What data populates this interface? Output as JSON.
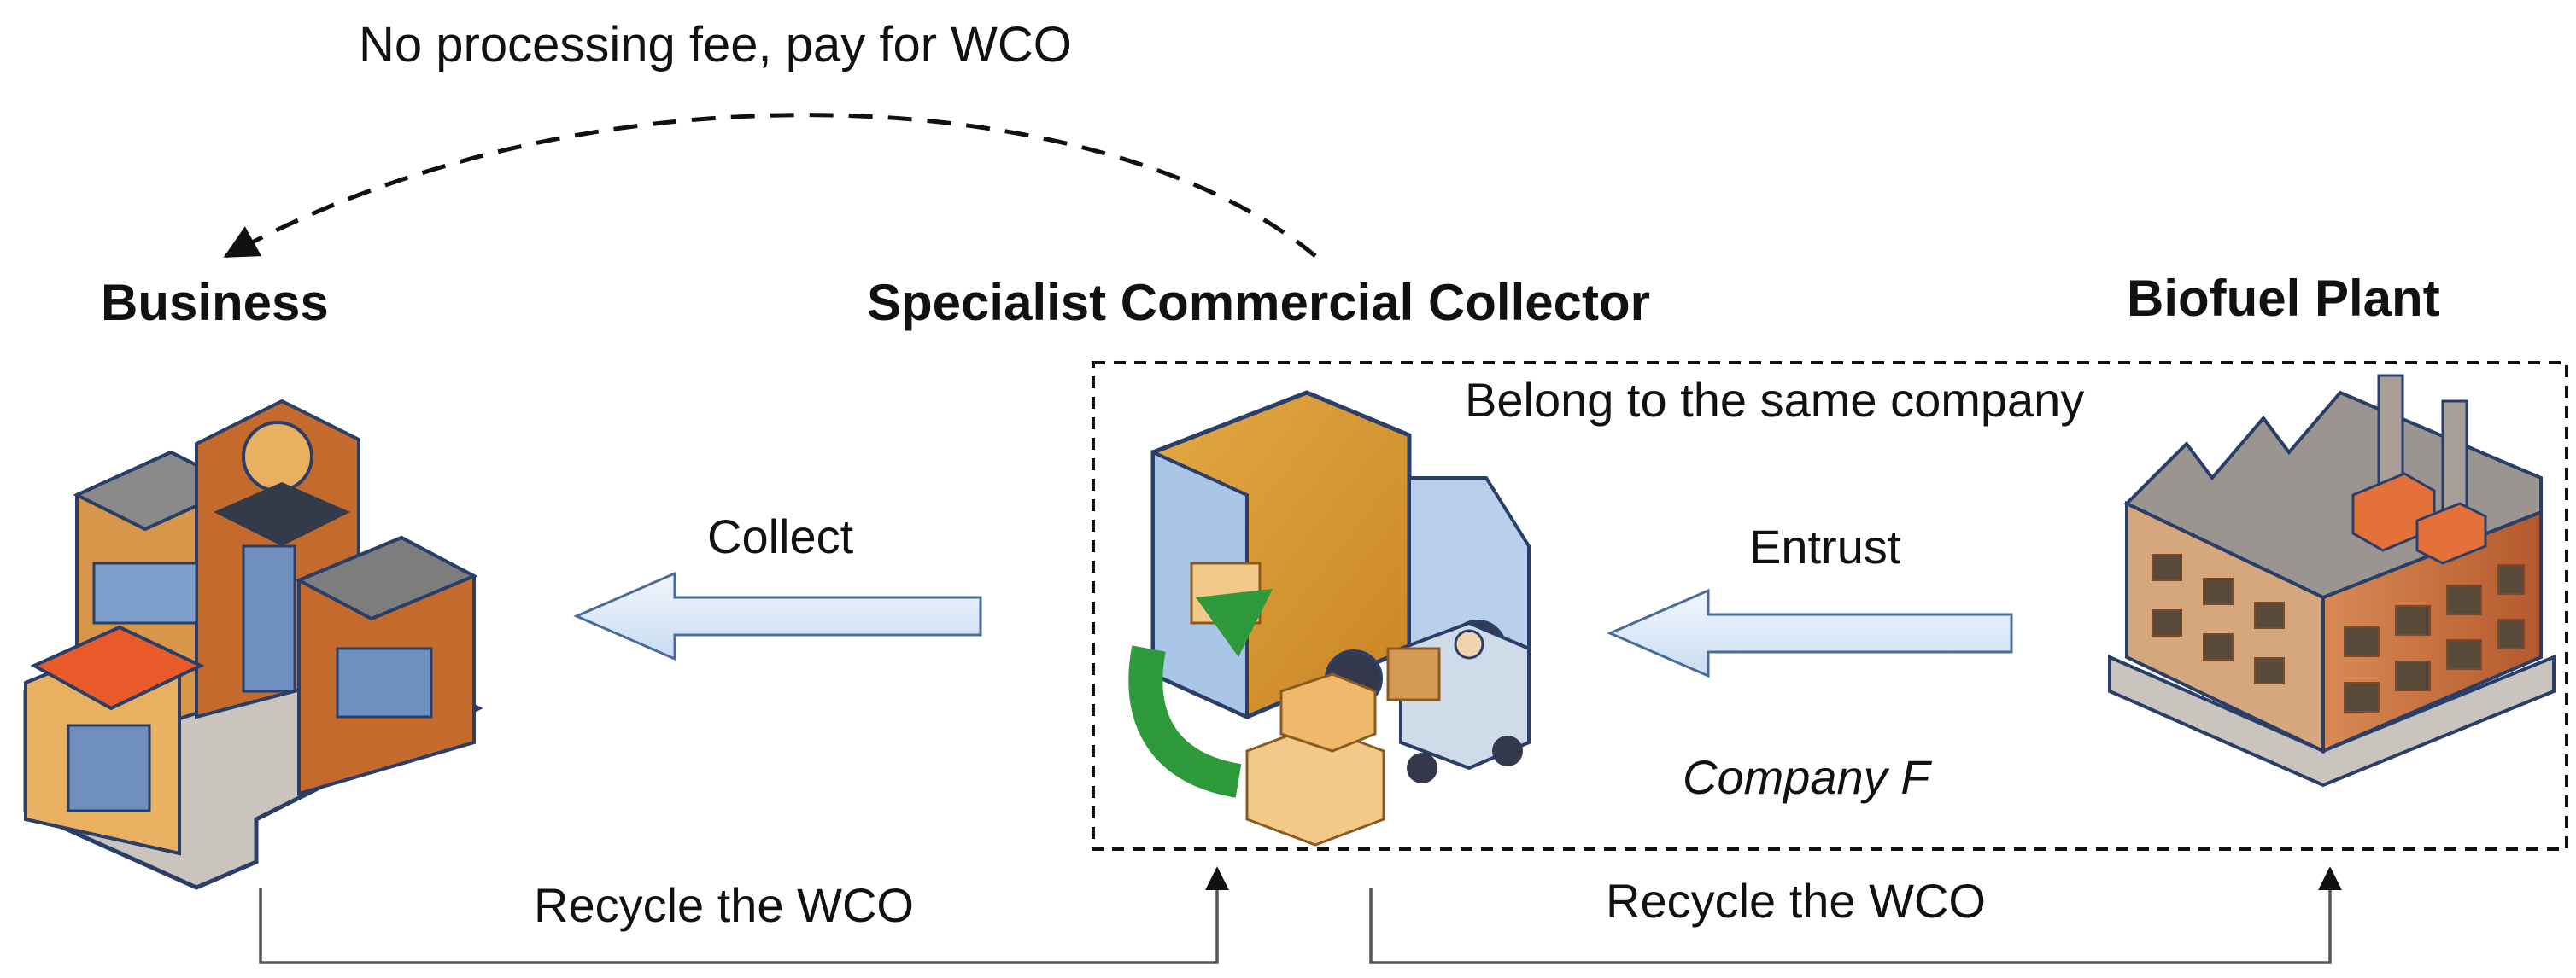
{
  "labels": {
    "top_note": "No processing fee, pay for WCO",
    "business": "Business",
    "collector": "Specialist Commercial Collector",
    "plant": "Biofuel Plant",
    "same_company": "Belong to the same company",
    "collect": "Collect",
    "entrust": "Entrust",
    "company": "Company F",
    "recycle_left": "Recycle the WCO",
    "recycle_right": "Recycle the WCO"
  },
  "icons": {
    "business": "shop-building-icon",
    "collector": "delivery-truck-icon",
    "plant": "factory-icon"
  },
  "colors": {
    "arrow_fill": "#dce9f7",
    "arrow_stroke": "#4a6a9a",
    "green_arrow": "#2e9a3c"
  }
}
